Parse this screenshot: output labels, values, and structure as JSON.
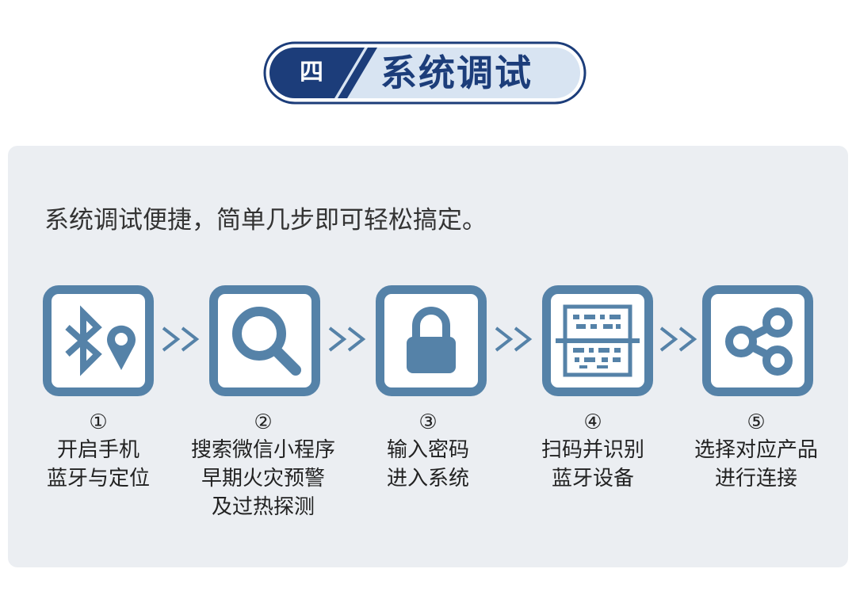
{
  "header": {
    "number": "四",
    "title": "系统调试"
  },
  "intro": "系统调试便捷，简单几步即可轻松搞定。",
  "colors": {
    "icon_blue": "#5582a8",
    "header_navy": "#1c3d7a",
    "panel_bg": "#ebeef2"
  },
  "steps": [
    {
      "icon": "bluetooth-location-icon",
      "number": "①",
      "lines": [
        "开启手机",
        "蓝牙与定位"
      ]
    },
    {
      "icon": "search-icon",
      "number": "②",
      "lines": [
        "搜索微信小程序",
        "早期火灾预警",
        "及过热探测"
      ]
    },
    {
      "icon": "lock-icon",
      "number": "③",
      "lines": [
        "输入密码",
        "进入系统"
      ]
    },
    {
      "icon": "qr-scan-icon",
      "number": "④",
      "lines": [
        "扫码并识别",
        "蓝牙设备"
      ]
    },
    {
      "icon": "share-icon",
      "number": "⑤",
      "lines": [
        "选择对应产品",
        "进行连接"
      ]
    }
  ]
}
